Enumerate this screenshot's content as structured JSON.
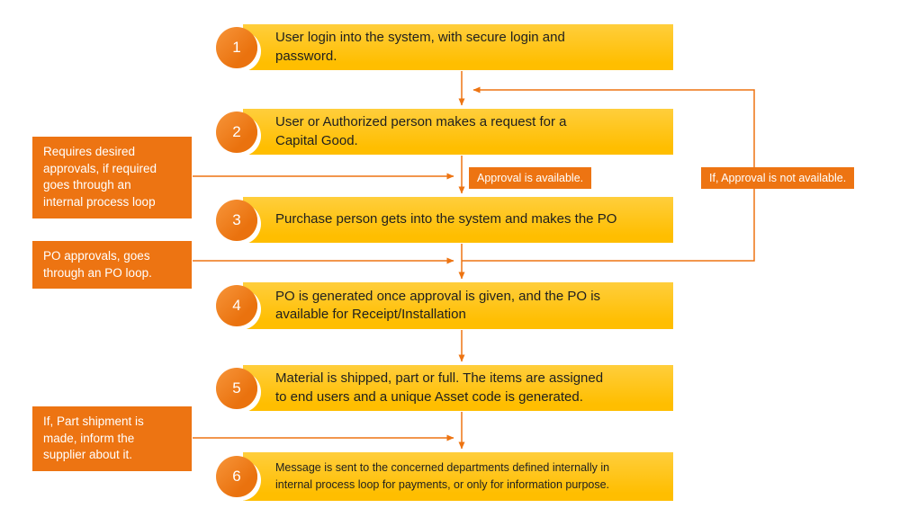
{
  "colors": {
    "gold": "#FFBE00",
    "gold_light": "#FFCE3C",
    "orange": "#ED7412",
    "text_dark": "#1f1f1f"
  },
  "steps": [
    {
      "number": "1",
      "text": "User login into the system, with secure login and\npassword."
    },
    {
      "number": "2",
      "text": "User or Authorized person makes a request for a\nCapital Good."
    },
    {
      "number": "3",
      "text": "Purchase person gets into the system and makes the PO"
    },
    {
      "number": "4",
      "text": "PO is generated once approval is given, and the PO is\navailable for Receipt/Installation"
    },
    {
      "number": "5",
      "text": "Material is shipped, part or full. The items are assigned\nto end users and a unique Asset code is generated."
    },
    {
      "number": "6",
      "text": "Message is sent to the concerned departments defined internally in\ninternal process loop for payments, or only for information purpose."
    }
  ],
  "callouts": [
    {
      "text": "Requires desired\napprovals, if required\ngoes through an\ninternal process loop"
    },
    {
      "text": "PO approvals, goes\nthrough an PO loop."
    },
    {
      "text": "If, Part shipment is\nmade, inform the\nsupplier about it."
    }
  ],
  "labels": {
    "approval_available": "Approval is available.",
    "approval_not_available": "If, Approval is not available."
  }
}
